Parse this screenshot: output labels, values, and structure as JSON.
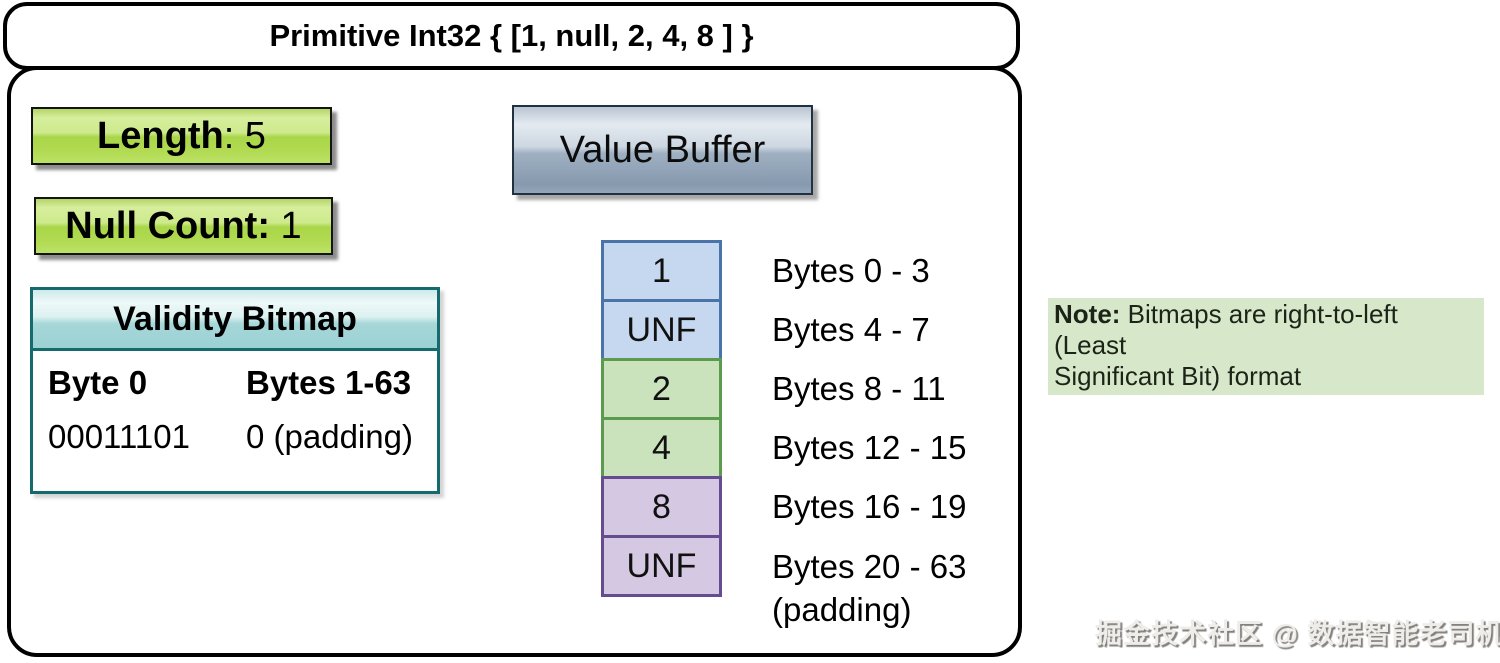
{
  "title": "Primitive Int32 { [1, null, 2, 4, 8 ] }",
  "badges": {
    "length": {
      "label": "Length",
      "rest": ": 5"
    },
    "null_count": {
      "label": "Null Count:",
      "rest": " 1"
    }
  },
  "validity_bitmap": {
    "title": "Validity Bitmap",
    "columns": [
      "Byte 0",
      "Bytes 1-63"
    ],
    "values": [
      "00011101",
      "0 (padding)"
    ]
  },
  "value_buffer": {
    "title": "Value Buffer",
    "cells": [
      {
        "value": "1",
        "color_group": "blue",
        "range": "Bytes 0 - 3"
      },
      {
        "value": "UNF",
        "color_group": "blue",
        "range": "Bytes 4 - 7"
      },
      {
        "value": "2",
        "color_group": "green",
        "range": "Bytes 8 - 11"
      },
      {
        "value": "4",
        "color_group": "green",
        "range": "Bytes 12 - 15"
      },
      {
        "value": "8",
        "color_group": "purple",
        "range": "Bytes 16 - 19"
      },
      {
        "value": "UNF",
        "color_group": "purple",
        "range": "Bytes 20 - 63",
        "range_line2": "(padding)"
      }
    ]
  },
  "note": {
    "label": "Note:",
    "line1_rest": " Bitmaps are right-to-left (Least",
    "line2": "Significant Bit) format"
  },
  "watermark": "掘金技术社区 @ 数据智能老司机",
  "colors": {
    "badge_green": "#b2da52",
    "validity_teal_border": "#156a6e",
    "validity_header_fill": "#9bd1d3",
    "value_buffer_gray": "#9fb0c2",
    "cell_blue_fill": "#c6d8ef",
    "cell_blue_border": "#4a73a8",
    "cell_green_fill": "#cbe3bd",
    "cell_green_border": "#5c9a4e",
    "cell_purple_fill": "#d5c8e3",
    "cell_purple_border": "#654c90",
    "note_background": "#d7e7ca"
  }
}
